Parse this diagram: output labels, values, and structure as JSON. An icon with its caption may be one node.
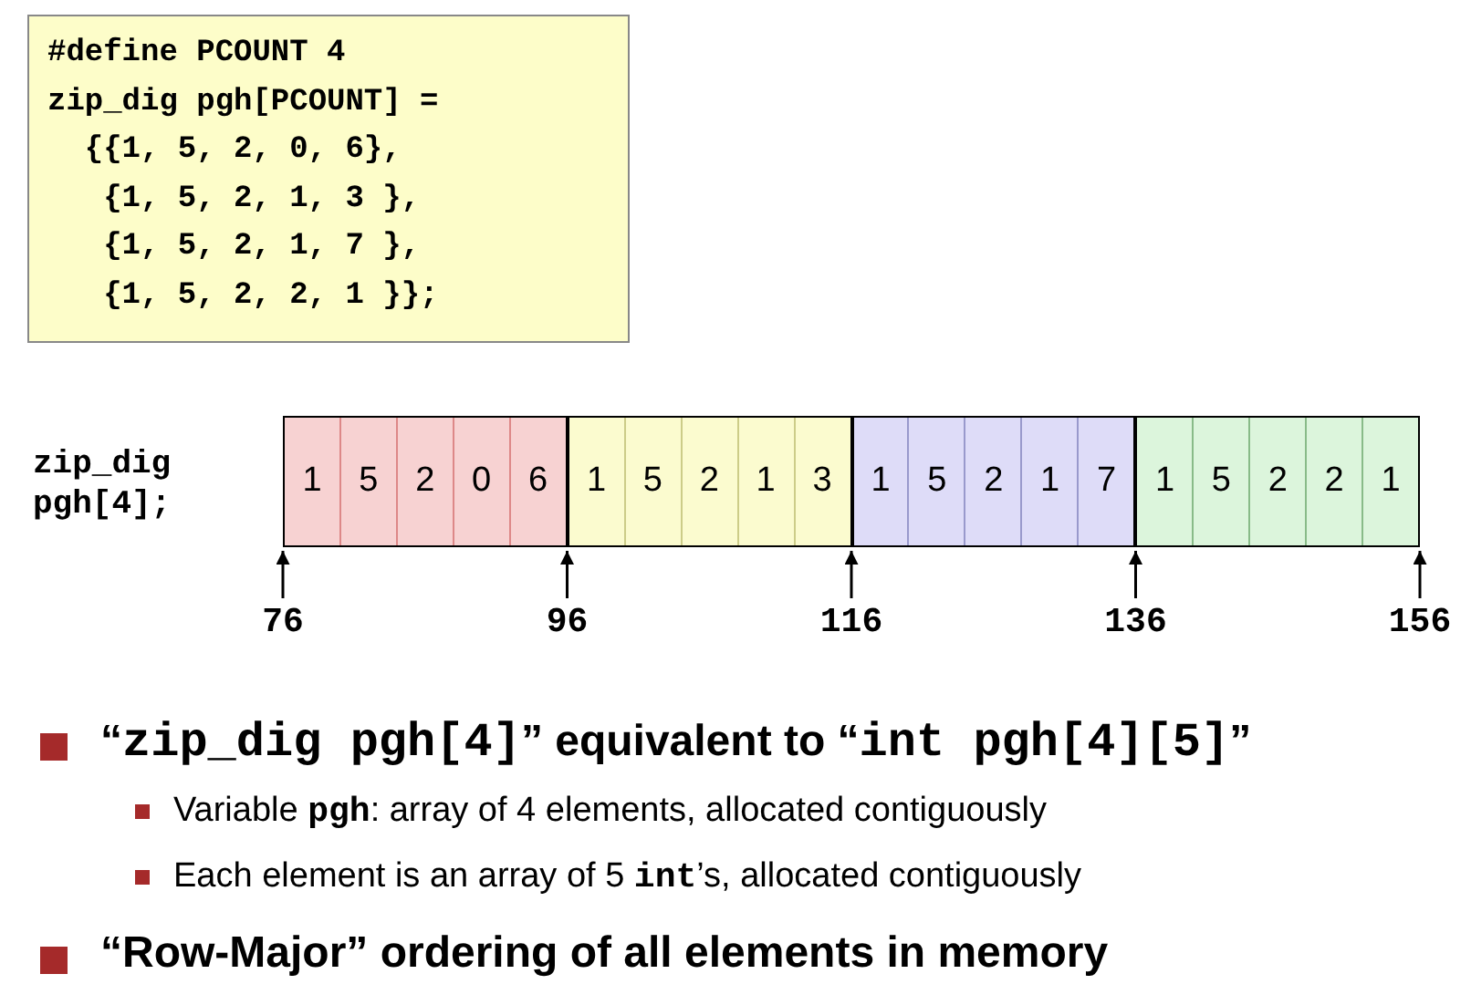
{
  "diagram": {
    "nodes": [
      {
        "text": [
          "#define PCOUNT 4",
          "zip_dig pgh[PCOUNT] =",
          "{{1, 5, 2, 0, 6},",
          "{1, 5, 2, 1, 3 },",
          "{1, 5, 2, 1, 7 },",
          "{1, 5, 2, 2, 1 }};"
        ]
      },
      {
        "text": [],
        "shape": "box"
      },
      {
        "text": [],
        "shape": "box"
      },
      {
        "text": [],
        "shape": "box"
      },
      {
        "text": [],
        "shape": "box"
      },
      {
        "text": [
          "1"
        ],
        "in": 1
      },
      {
        "text": [
          "5"
        ],
        "in": 1
      },
      {
        "text": [
          "2"
        ],
        "in": 1
      },
      {
        "text": [
          "0"
        ],
        "in": 1
      },
      {
        "text": [
          "6"
        ],
        "in": 1
      },
      {
        "text": [
          "1"
        ],
        "in": 2
      },
      {
        "text": [
          "5"
        ],
        "in": 2
      },
      {
        "text": [
          "2"
        ],
        "in": 2
      },
      {
        "text": [
          "1"
        ],
        "in": 2
      },
      {
        "text": [
          "3"
        ],
        "in": 2
      },
      {
        "text": [
          "1"
        ],
        "in": 3
      },
      {
        "text": [
          "5"
        ],
        "in": 3
      },
      {
        "text": [
          "2"
        ],
        "in": 3
      },
      {
        "text": [
          "1"
        ],
        "in": 3
      },
      {
        "text": [
          "7"
        ],
        "in": 3
      },
      {
        "text": [
          "1"
        ],
        "in": 4
      },
      {
        "text": [
          "5"
        ],
        "in": 4
      },
      {
        "text": [
          "2"
        ],
        "in": 4
      },
      {
        "text": [
          "2"
        ],
        "in": 4
      },
      {
        "text": [
          "1"
        ],
        "in": 4
      }
    ],
    "edges": [],
    "labels": [
      "zip_dig pgh[4];",
      "76",
      "96",
      "116",
      "136",
      "156",
      "“**zip_dig pgh[4]**” equivalent to “**int pgh[4][5]**”",
      "Variable **pgh**: array of 4 elements, allocated contiguously",
      "Each element is an array of 5 **int**’s, allocated contiguously",
      "“Row-Major” ordering of all elements in memory"
    ]
  }
}
